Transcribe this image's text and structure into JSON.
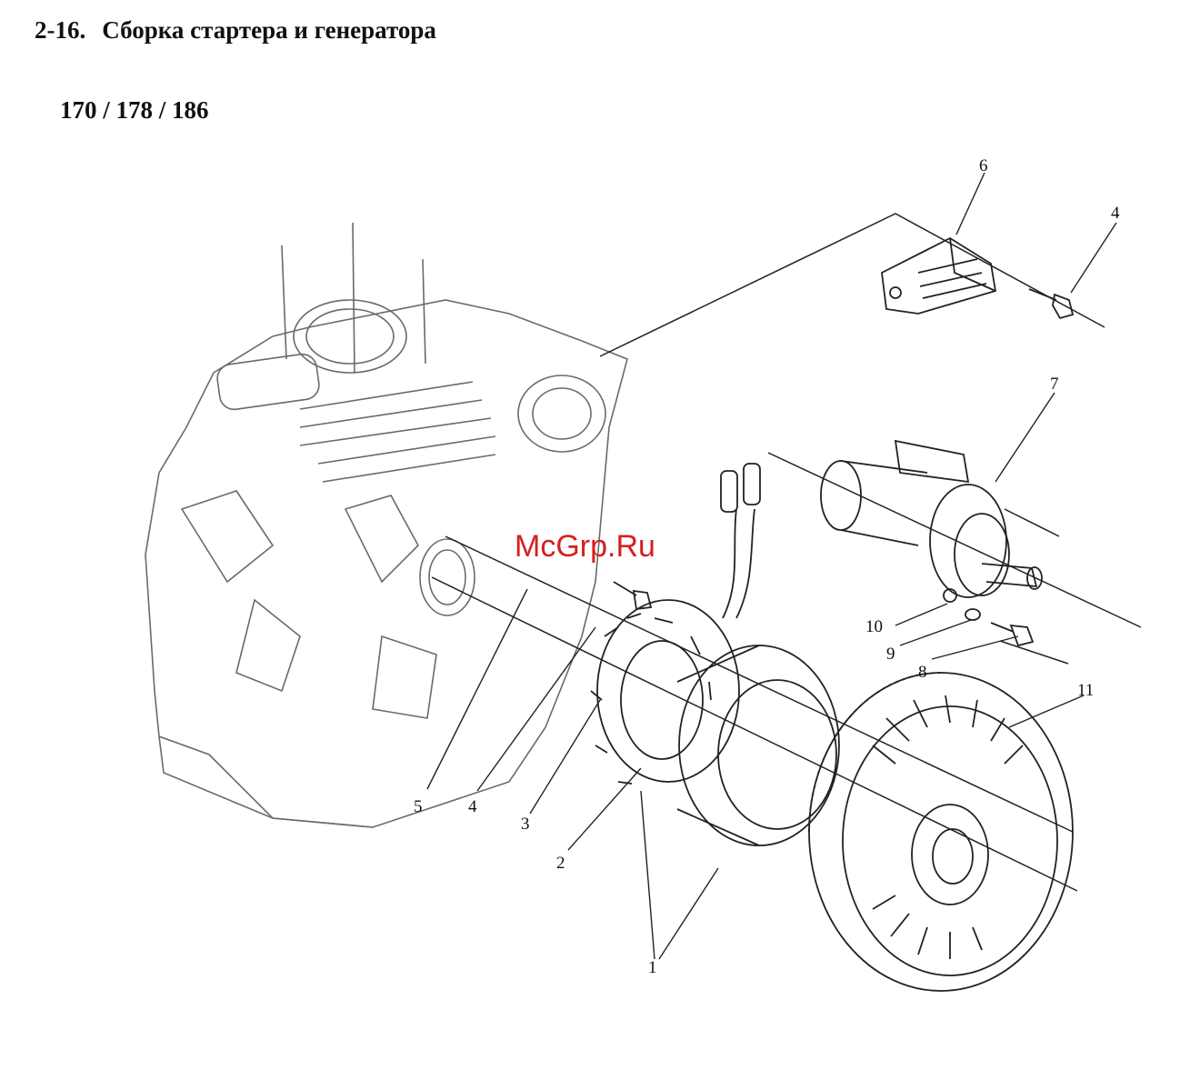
{
  "section": {
    "number": "2-16.",
    "title": "Сборка стартера и генератора"
  },
  "models": "170 / 178 / 186",
  "watermark": "McGrp.Ru",
  "callouts": {
    "c1": "1",
    "c2": "2",
    "c3": "3",
    "c4a": "4",
    "c4b": "4",
    "c5": "5",
    "c6": "6",
    "c7": "7",
    "c8": "8",
    "c9": "9",
    "c10": "10",
    "c11": "11"
  },
  "colors": {
    "ink": "#222222",
    "light_ink": "#6a6a6a",
    "watermark": "#d61f1f"
  }
}
